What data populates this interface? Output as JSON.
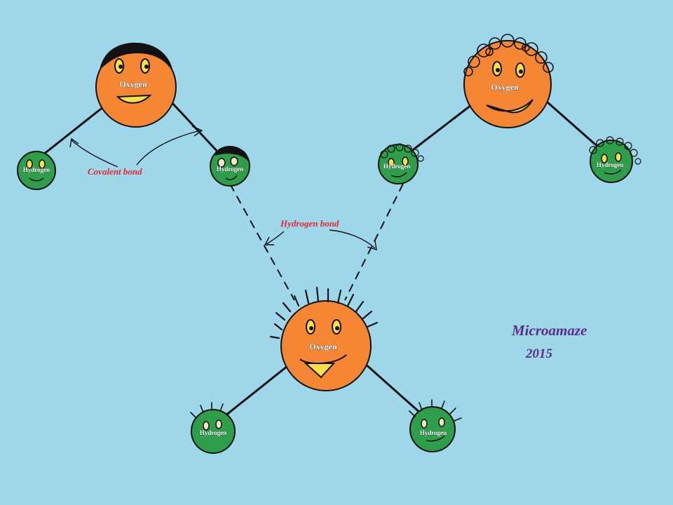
{
  "colors": {
    "background": "#9fd7ea",
    "oxygen": "#f58634",
    "hydrogen": "#2e9e4a",
    "bond_label": "#e8262c",
    "brand": "#5a2d82"
  },
  "labels": {
    "oxygen": "Oxygen",
    "hydrogen": "Hydrogen",
    "covalent_bond": "Covalent bond",
    "hydrogen_bond": "Hydrogen bond"
  },
  "brand": {
    "name": "Microamaze",
    "year": "2015"
  }
}
